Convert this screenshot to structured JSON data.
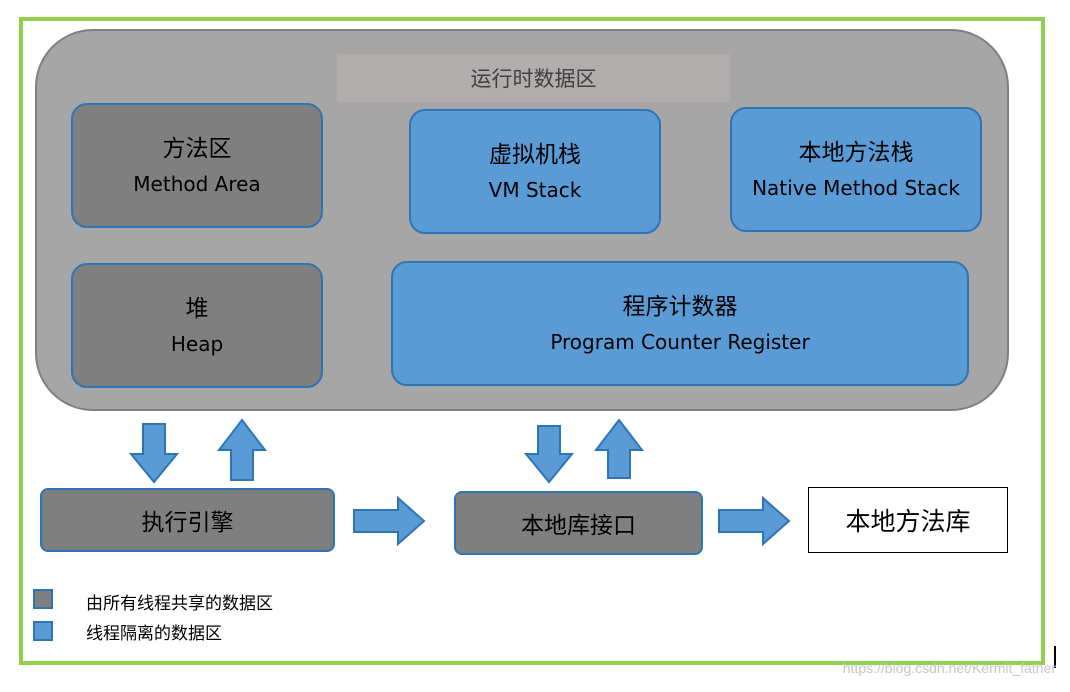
{
  "runtime_area": {
    "title": "运行时数据区"
  },
  "method_area": {
    "zh": "方法区",
    "en": "Method Area"
  },
  "vm_stack": {
    "zh": "虚拟机栈",
    "en": "VM Stack"
  },
  "native_method_stack": {
    "zh": "本地方法栈",
    "en": "Native Method Stack"
  },
  "heap": {
    "zh": "堆",
    "en": "Heap"
  },
  "program_counter": {
    "zh": "程序计数器",
    "en": "Program Counter Register"
  },
  "execution_engine": {
    "label": "执行引擎"
  },
  "native_interface": {
    "label": "本地库接口"
  },
  "native_library": {
    "label": "本地方法库"
  },
  "legend": [
    {
      "label": "由所有线程共享的数据区",
      "color": "#7f7f7f"
    },
    {
      "label": "线程隔离的数据区",
      "color": "#5b9bd5"
    }
  ],
  "colors": {
    "frame_border": "#92d050",
    "shared_fill": "#7f7f7f",
    "private_fill": "#5b9bd5",
    "outline": "#2e75b6",
    "container_fill": "#a6a6a6"
  },
  "watermark": "https://blog.csdn.net/Kermit_father"
}
